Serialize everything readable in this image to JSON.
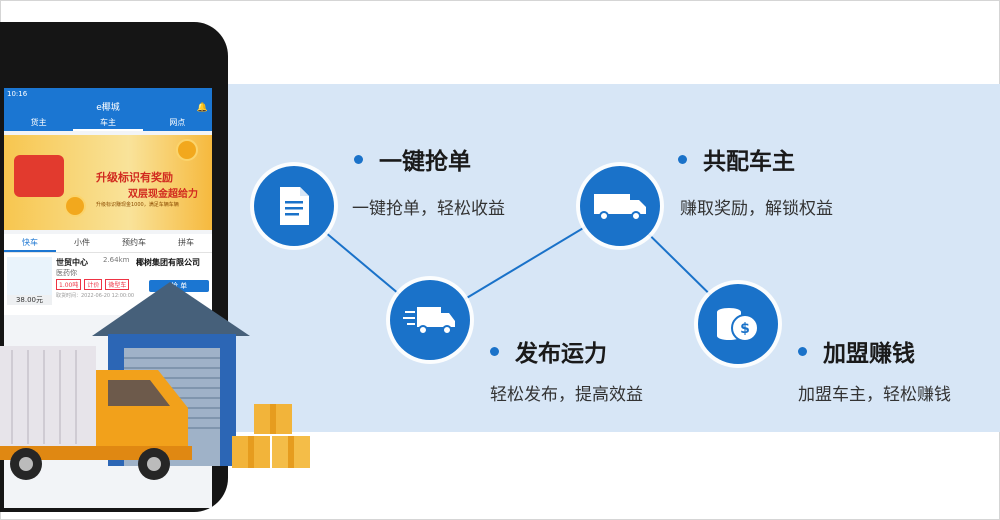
{
  "features": [
    {
      "title": "一键抢单",
      "subtitle": "一键抢单，轻松收益",
      "icon": "document-icon"
    },
    {
      "title": "发布运力",
      "subtitle": "轻松发布，提高效益",
      "icon": "truck-icon"
    },
    {
      "title": "共配车主",
      "subtitle": "赚取奖励，解锁权益",
      "icon": "van-icon"
    },
    {
      "title": "加盟赚钱",
      "subtitle": "加盟车主，轻松赚钱",
      "icon": "coins-icon"
    }
  ],
  "phone": {
    "status_time": "10:16",
    "app_title": "e椰城",
    "role_tabs": [
      "货主",
      "车主",
      "网点"
    ],
    "banner": {
      "line1": "升级标识有奖励",
      "line2": "双层现金超给力",
      "line3": "升级标识赚现金1000，满足车辆车辆"
    },
    "category_tabs": [
      "快车",
      "小件",
      "预约车",
      "拼车"
    ],
    "order": {
      "name": "世贸中心",
      "distance": "2.64km",
      "company": "椰树集团有限公司",
      "cargo": "医药你",
      "tags": [
        "1.00吨",
        "计价",
        "微型车"
      ],
      "time": "取货时间：2022-06-20 12:00:00",
      "price": "38.00元",
      "grab_label": "抢 单"
    }
  },
  "colors": {
    "accent": "#1a72c9",
    "band": "#d7e6f6"
  }
}
